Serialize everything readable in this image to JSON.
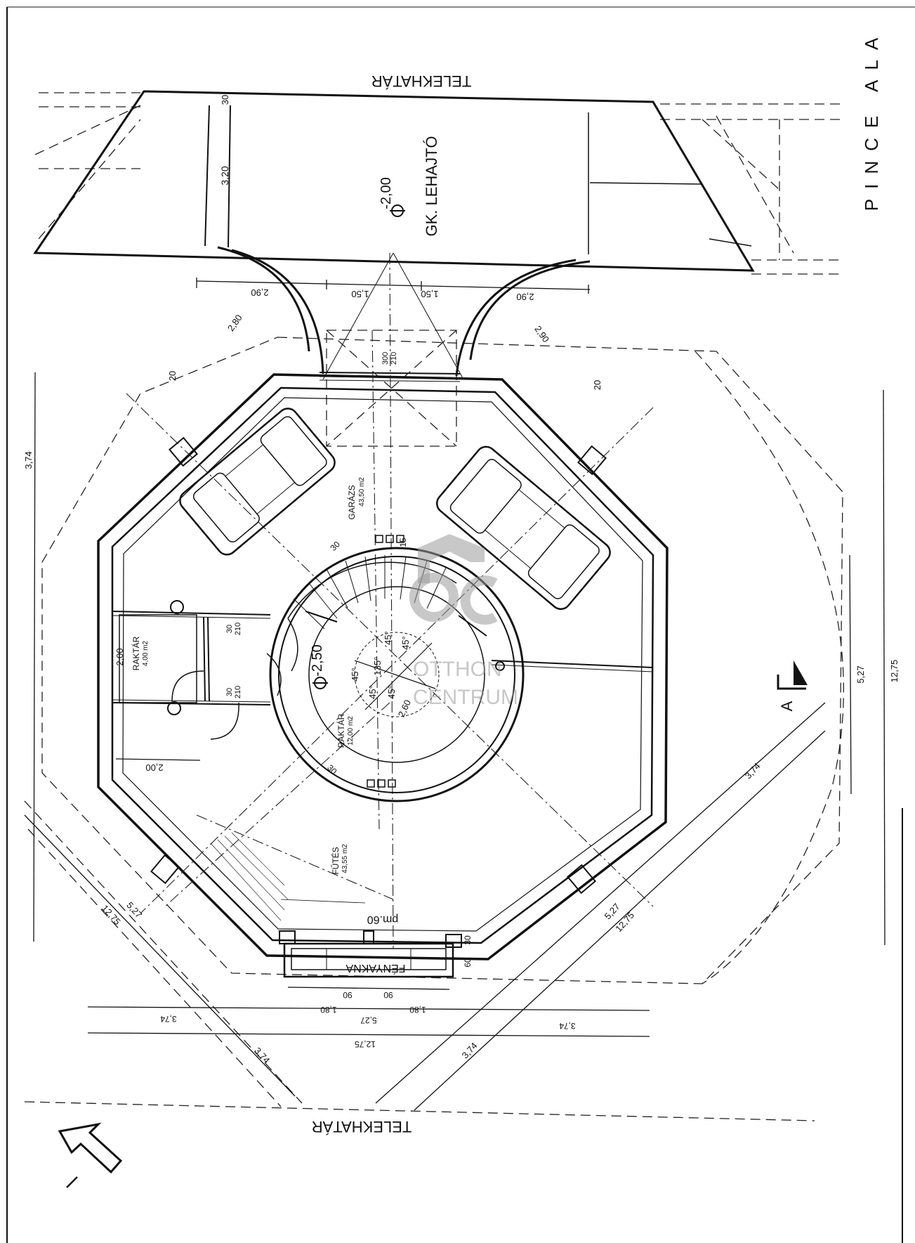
{
  "labels": {
    "telekhatar_top": "TELEKHATÁR",
    "telekhatar_bottom": "TELEKHATÁR",
    "pince": "PINCE ALA",
    "lehajto": "GK. LEHAJTÓ",
    "lehajto_level": "-2,00",
    "center_level": "-2,50",
    "garazs": "GARÁZS",
    "garazs_area": "43,50 m2",
    "raktar_left": "RAKTÁR",
    "raktar_left_area": "4,00 m2",
    "raktar_center": "RAKTÁR",
    "raktar_center_area": "12,00 m2",
    "futes": "FŰTÉS",
    "futes_area": "43,55 m2",
    "fenyakna": "FÉNYAKNA",
    "pm": "pm.60",
    "section_a": "A"
  },
  "dimensions": {
    "d320": "3,20",
    "d30": "30",
    "d290": "2,90",
    "d150": "1,50",
    "d280": "2,80",
    "d20": "20",
    "d300": "300",
    "d210": "210",
    "d374": "3,74",
    "d527": "5,27",
    "d1275": "12,75",
    "d200": "2,00",
    "d90": "90",
    "d180": "1,80",
    "d60": "60",
    "d45": "45°",
    "d135": "135°",
    "d260": "2,60",
    "d15": "15"
  },
  "watermark": {
    "line1": "OTTHON",
    "line2": "CENTRUM"
  }
}
